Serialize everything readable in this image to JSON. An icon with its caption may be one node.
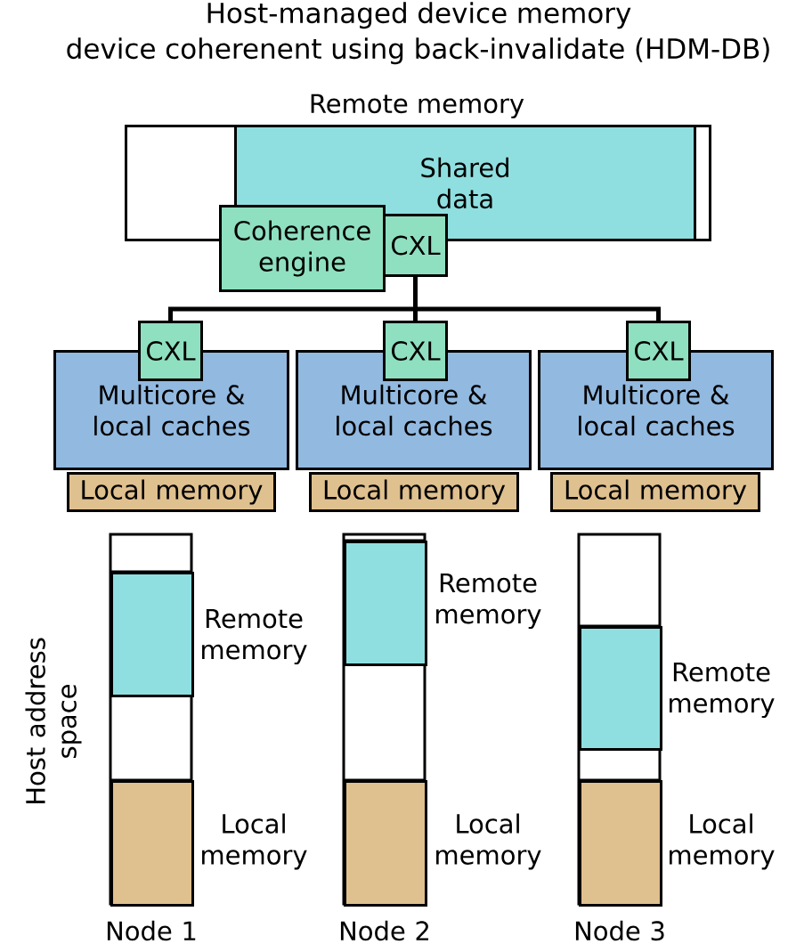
{
  "diagram": {
    "title": "Host-managed device memory device coherenent using back-invalidate (HDM-DB)",
    "nodes": [
      {
        "text": [
          "Remote memory"
        ]
      },
      {
        "text": [
          "Shared data"
        ],
        "in": 0
      },
      {
        "text": [
          "Coherence engine"
        ]
      },
      {
        "text": [
          "CXL"
        ]
      },
      {
        "text": [
          "CXL"
        ]
      },
      {
        "text": [
          "CXL"
        ]
      },
      {
        "text": [
          "CXL"
        ]
      },
      {
        "text": [
          "Multicore & local caches"
        ]
      },
      {
        "text": [
          "Multicore & local caches"
        ]
      },
      {
        "text": [
          "Multicore & local caches"
        ]
      },
      {
        "text": [
          "Local memory"
        ]
      },
      {
        "text": [
          "Local memory"
        ]
      },
      {
        "text": [
          "Local memory"
        ]
      },
      {
        "text": [],
        "shape": "bar",
        "beside": [
          "Remote memory"
        ]
      },
      {
        "text": [],
        "shape": "bar",
        "beside": [
          "Local memory"
        ]
      },
      {
        "text": [],
        "shape": "bar",
        "beside": [
          "Remote memory"
        ]
      },
      {
        "text": [],
        "shape": "bar",
        "beside": [
          "Local memory"
        ]
      },
      {
        "text": [],
        "shape": "bar",
        "beside": [
          "Remote memory"
        ]
      },
      {
        "text": [],
        "shape": "bar",
        "beside": [
          "Local memory"
        ]
      }
    ],
    "edges": [
      {
        "from": 3,
        "to": 4,
        "arrow": "none"
      },
      {
        "from": 3,
        "to": 5,
        "arrow": "none"
      },
      {
        "from": 3,
        "to": 6,
        "arrow": "none"
      }
    ],
    "labels": [
      "Host address space",
      "Node 1",
      "Node 2",
      "Node 3"
    ]
  }
}
